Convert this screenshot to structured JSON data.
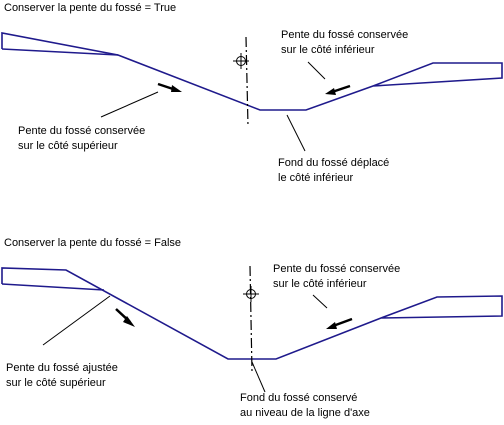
{
  "colors": {
    "profile": "#1f1a8c",
    "leader": "#000000",
    "arrow": "#000000",
    "axis": "#000000",
    "background": "#ffffff"
  },
  "top": {
    "title": "Conserver la pente du fossé = True",
    "label_upper_side": "Pente du fossé conservée\nsur le côté supérieur",
    "label_lower_side": "Pente du fossé conservée\nsur le côté inférieur",
    "label_bottom": "Fond du fossé déplacé\nle côté inférieur"
  },
  "bottom": {
    "title": "Conserver la pente du fossé = False",
    "label_upper_side": "Pente du fossé ajustée\nsur le côté supérieur",
    "label_lower_side": "Pente du fossé conservée\nsur le côté inférieur",
    "label_bottom": "Fond du fossé conservé\nau niveau de la ligne d'axe"
  },
  "icons": [
    "centerline-axis",
    "centerline-target-icon",
    "direction-arrow-icon"
  ]
}
